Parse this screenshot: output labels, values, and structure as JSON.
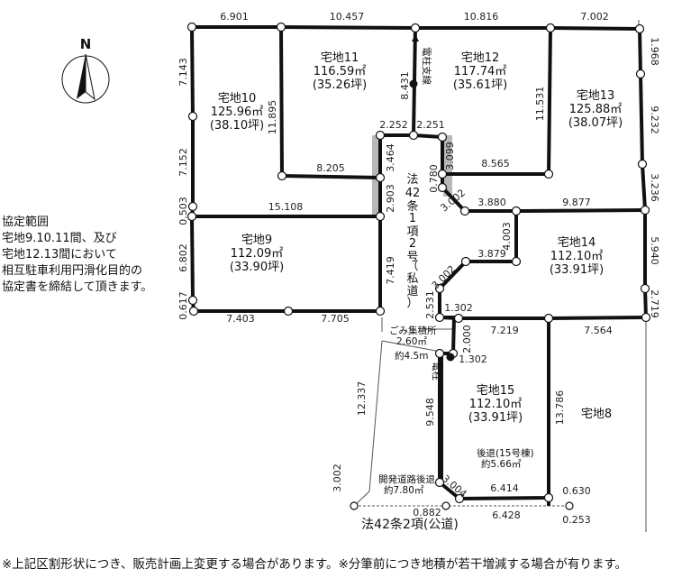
{
  "compass": {
    "letter": "N"
  },
  "lots": [
    {
      "name": "宅地11",
      "area": "116.59㎡",
      "tsubo": "(35.26坪)"
    },
    {
      "name": "宅地12",
      "area": "117.74㎡",
      "tsubo": "(35.61坪)"
    },
    {
      "name": "宅地10",
      "area": "125.96㎡",
      "tsubo": "(38.10坪)"
    },
    {
      "name": "宅地13",
      "area": "125.88㎡",
      "tsubo": "(38.07坪)"
    },
    {
      "name": "宅地9",
      "area": "112.09㎡",
      "tsubo": "(33.90坪)"
    },
    {
      "name": "宅地14",
      "area": "112.10㎡",
      "tsubo": "(33.91坪)"
    },
    {
      "name": "宅地15",
      "area": "112.10㎡",
      "tsubo": "(33.91坪)"
    },
    {
      "name": "宅地8",
      "area": "",
      "tsubo": ""
    }
  ],
  "dimensions": {
    "top": [
      "6.901",
      "10.457",
      "10.816",
      "7.002"
    ],
    "right": [
      "1.968",
      "9.232",
      "3.236",
      "5.940",
      "2.719"
    ],
    "left": [
      "7.143",
      "7.152",
      "0.503",
      "6.802",
      "0.617"
    ],
    "lot10_right": "11.895",
    "lot11_bottom": "8.205",
    "lot11_right": "8.431",
    "lot12_left": "11.531",
    "lot12_bottom": "8.565",
    "road_top_left": "2.252",
    "road_top_right": "2.251",
    "road_left_a": "3.464",
    "road_left_b": "2.903",
    "road_right_a": "3.099",
    "road_right_b": "0.780",
    "road_diag_a": "3.002",
    "lot13_bottom_a": "3.880",
    "lot13_bottom_b": "9.877",
    "lot9_top": "15.108",
    "lot9_right": "7.419",
    "lot9_bottom_a": "7.403",
    "lot9_bottom_b": "7.705",
    "lot14_left_a": "4.003",
    "lot14_left_b": "3.879",
    "road_diag_b": "3.002",
    "road_left_c": "2.531",
    "lot15_top_a": "1.302",
    "lot15_top_b": "7.219",
    "lot8_top": "7.564",
    "gomi_depth": "2.000",
    "gomi_width": "1.302",
    "lot15_left": "9.548",
    "lot8_left": "13.786",
    "west_line": "12.337",
    "diag_sw": "3.002",
    "diag_se": "3.004",
    "lot15_bottom": "6.414",
    "corner_r": "0.630",
    "south_left": "0.882",
    "south_right": "6.428",
    "south_r": "0.253"
  },
  "road_labels": {
    "private_road": [
      "法",
      "42",
      "条",
      "1",
      "項",
      "2",
      "号",
      "（",
      "私",
      "道",
      "）"
    ],
    "public_road": "法42条2項(公道)",
    "pole_top": "電柱支線",
    "pole_bottom": "電柱",
    "gomi_name": "ごみ集積所",
    "gomi_area": "2.60㎡",
    "approx_width": "約4.5m",
    "setback_road": "開発道路後退",
    "setback_road_area": "約7.80㎡",
    "setback_15": "後退(15号棟)",
    "setback_15_area": "約5.66㎡"
  },
  "agreement_text": [
    "協定範囲",
    "宅地9.10.11間、及び",
    "宅地12.13間において",
    "相互駐車利用円滑化目的の",
    "協定書を締結して頂きます。"
  ],
  "footnote": "※上記区割形状につき、販売計画上変更する場合があります。※分筆前につき地積が若干増減する場合が有ります。"
}
